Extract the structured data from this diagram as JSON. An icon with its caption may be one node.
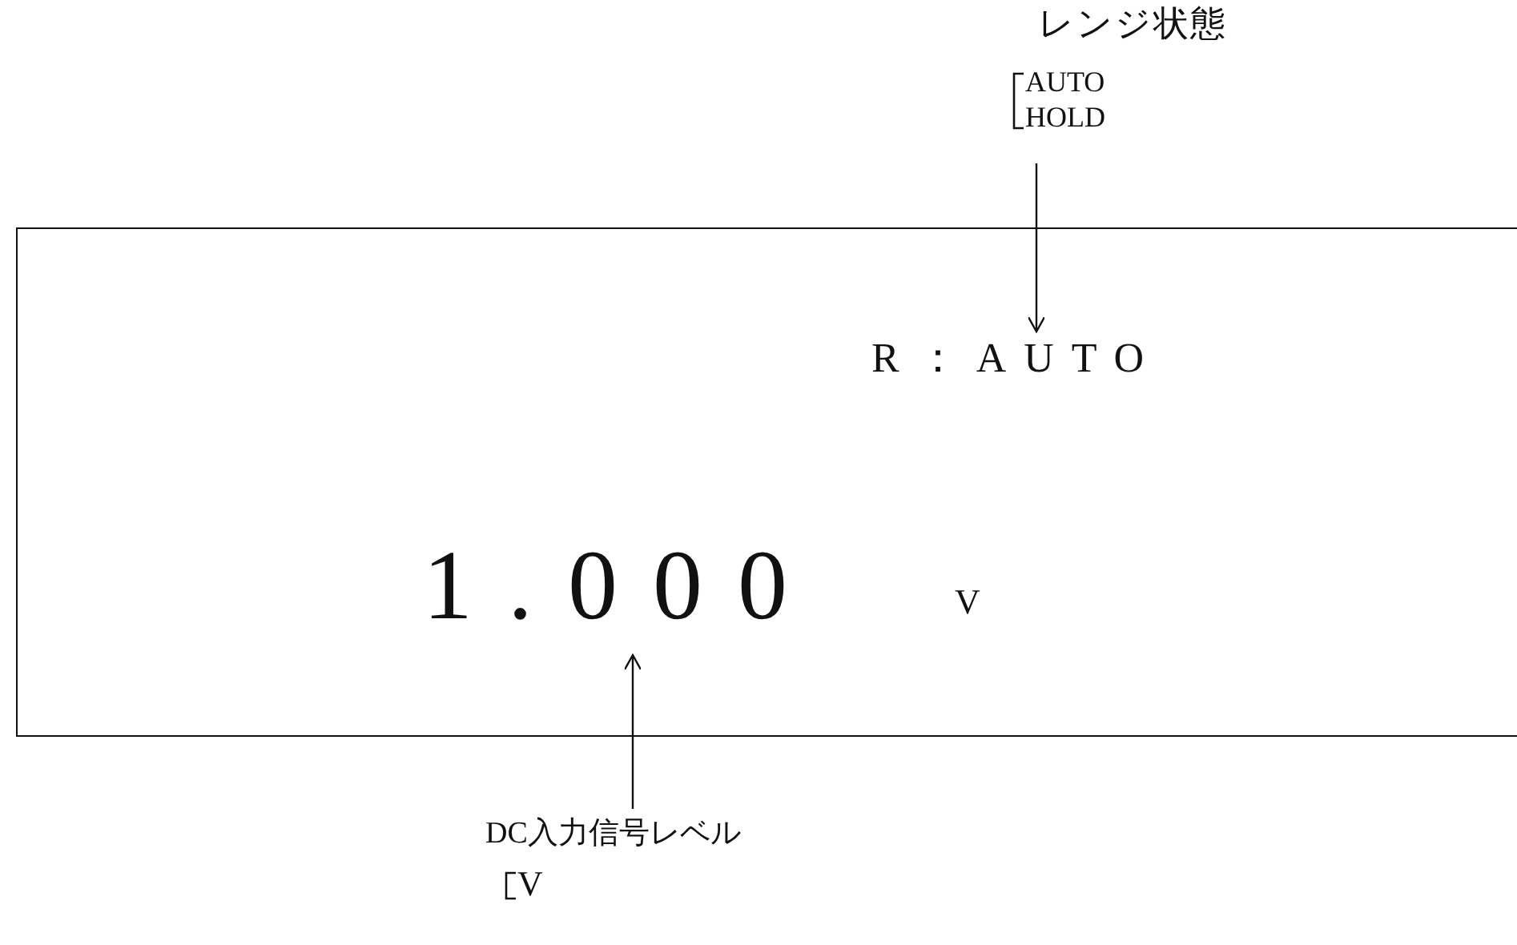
{
  "diagram": {
    "nodes": [
      {
        "text": [],
        "shape": "box"
      },
      {
        "text": [
          "R：AUTO"
        ],
        "in": 0
      },
      {
        "text": [
          "1.000"
        ],
        "in": 0,
        "beside": [
          "V"
        ]
      },
      {
        "text": [
          "レンジ状態",
          "AUTO",
          "HOLD"
        ]
      },
      {
        "text": [
          "DC入力信号レベル",
          "V"
        ]
      }
    ],
    "edges": [
      {
        "from": 3,
        "to": 1,
        "arrow": "to"
      },
      {
        "from": 4,
        "to": 2,
        "arrow": "to"
      }
    ]
  }
}
